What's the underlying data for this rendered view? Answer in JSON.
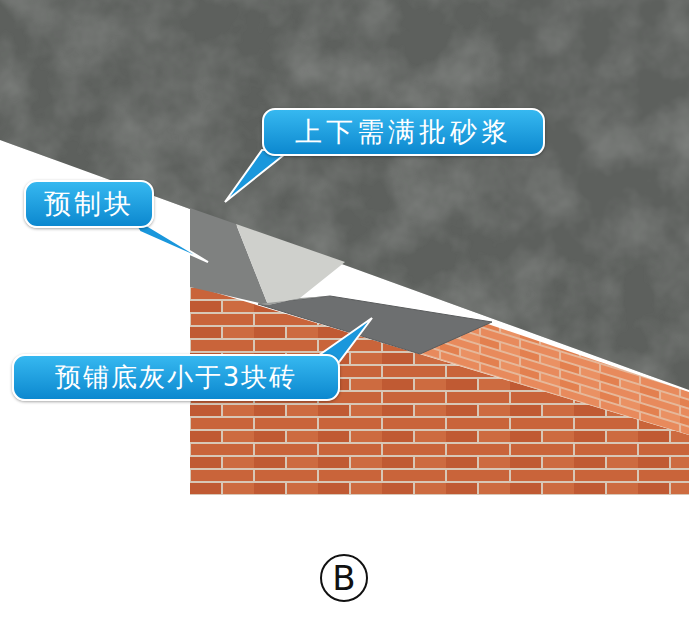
{
  "diagram": {
    "nodes": [
      {
        "text": [
          "上下需满批砂浆"
        ]
      },
      {
        "text": [
          "预制块"
        ]
      },
      {
        "text": [
          "预铺底灰小于3块砖"
        ]
      },
      {
        "text": [
          "B"
        ]
      }
    ]
  }
}
